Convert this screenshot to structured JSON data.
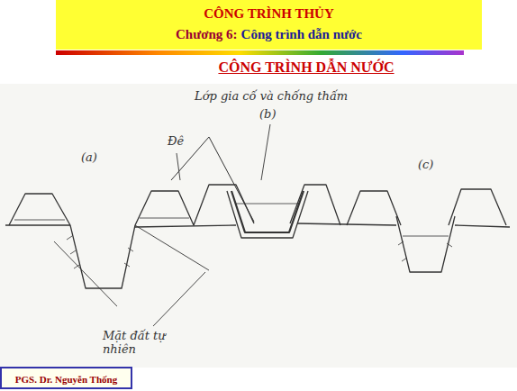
{
  "diagram": {
    "title": "CÔNG TRÌNH DẪN NƯỚC",
    "nodes": [
      {
        "text": [
          "CÔNG TRÌNH THỦY",
          "Chương 6:",
          "Công trình dẫn nước"
        ]
      },
      {
        "text": [
          "PGS. Dr. Nguyễn Thống"
        ]
      }
    ],
    "labels": [
      "(a)",
      "Đê",
      "(b)",
      "Lớp gia cố và chống thấm",
      "(c)",
      "Mặt đất tự nhiên"
    ]
  }
}
